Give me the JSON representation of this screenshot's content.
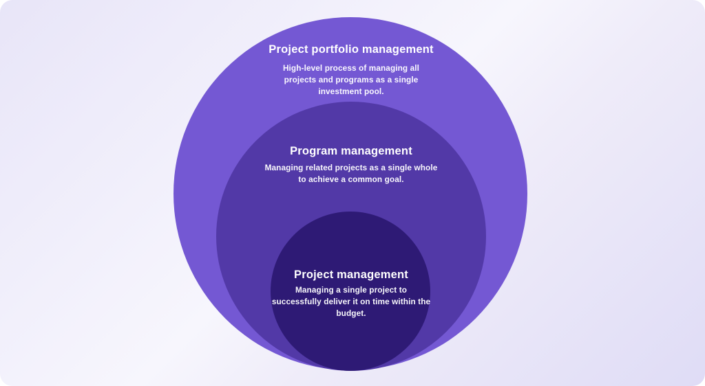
{
  "diagram": {
    "type": "nested-circles",
    "text_color": "#ffffff",
    "background": {
      "corner_from": "#e8e5f8",
      "middle": "#f7f6fd",
      "corner_to": "#dfdcf6"
    },
    "levels": [
      {
        "id": "portfolio",
        "title": "Project portfolio management",
        "description": "High-level process of managing all projects and programs as a single investment pool.",
        "color": "#7458d3"
      },
      {
        "id": "program",
        "title": "Program management",
        "description": "Managing related projects as a single whole to achieve a common goal.",
        "color": "#5239a7"
      },
      {
        "id": "project",
        "title": "Project management",
        "description": "Managing a single project to successfully deliver it on time within the budget.",
        "color": "#2e1a75"
      }
    ]
  }
}
